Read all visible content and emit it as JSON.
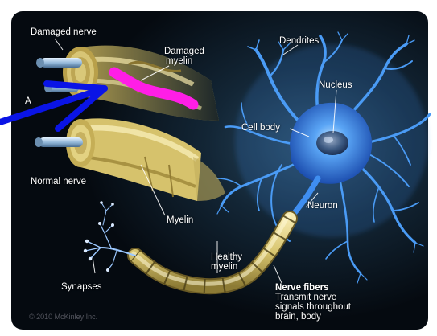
{
  "labels": {
    "damaged_nerve": "Damaged nerve",
    "damaged_myelin_1": "Damaged",
    "damaged_myelin_2": "myelin",
    "dendrites": "Dendrites",
    "nucleus": "Nucleus",
    "cell_body": "Cell body",
    "normal_nerve": "Normal nerve",
    "myelin": "Myelin",
    "neuron": "Neuron",
    "healthy_myelin_1": "Healthy",
    "healthy_myelin_2": "myelin",
    "synapses": "Synapses",
    "nerve_fibers_title": "Nerve fibers",
    "nerve_fibers_desc_1": "Transmit nerve",
    "nerve_fibers_desc_2": "signals throughout",
    "nerve_fibers_desc_3": "brain, body",
    "copyright": "© 2010 McKinley Inc.",
    "partial_left": "A"
  },
  "annotations": {
    "arrow_color": "#0a14e6",
    "highlight_color": "#ff1ee6"
  },
  "colors": {
    "background": "#0d1a24",
    "myelin": "#e6d58a",
    "neuron": "#3f8ef0",
    "label": "#ffffff"
  }
}
